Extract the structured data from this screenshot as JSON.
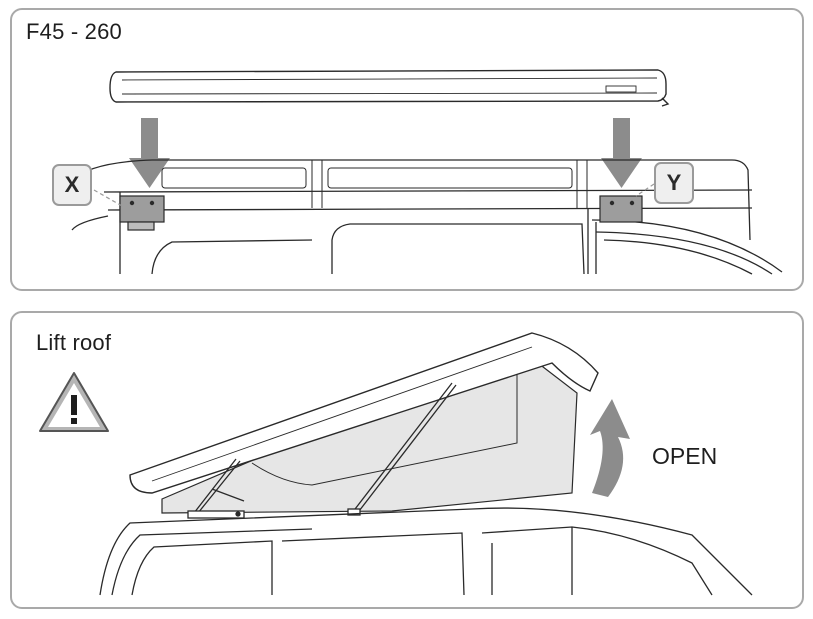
{
  "top_panel": {
    "model_label": "F45 - 260",
    "bracket_left_label": "X",
    "bracket_right_label": "Y"
  },
  "bottom_panel": {
    "roof_label": "Lift roof",
    "warning_icon": "warning-triangle-icon",
    "direction_label": "OPEN"
  },
  "colors": {
    "outline": "#2a2a2a",
    "panel_border": "#a9a9a9",
    "arrow": "#8c8c8c",
    "callout_fill": "#efefef",
    "bracket_fill": "#9d9d9d",
    "tent_fill": "#e6e6e6"
  }
}
